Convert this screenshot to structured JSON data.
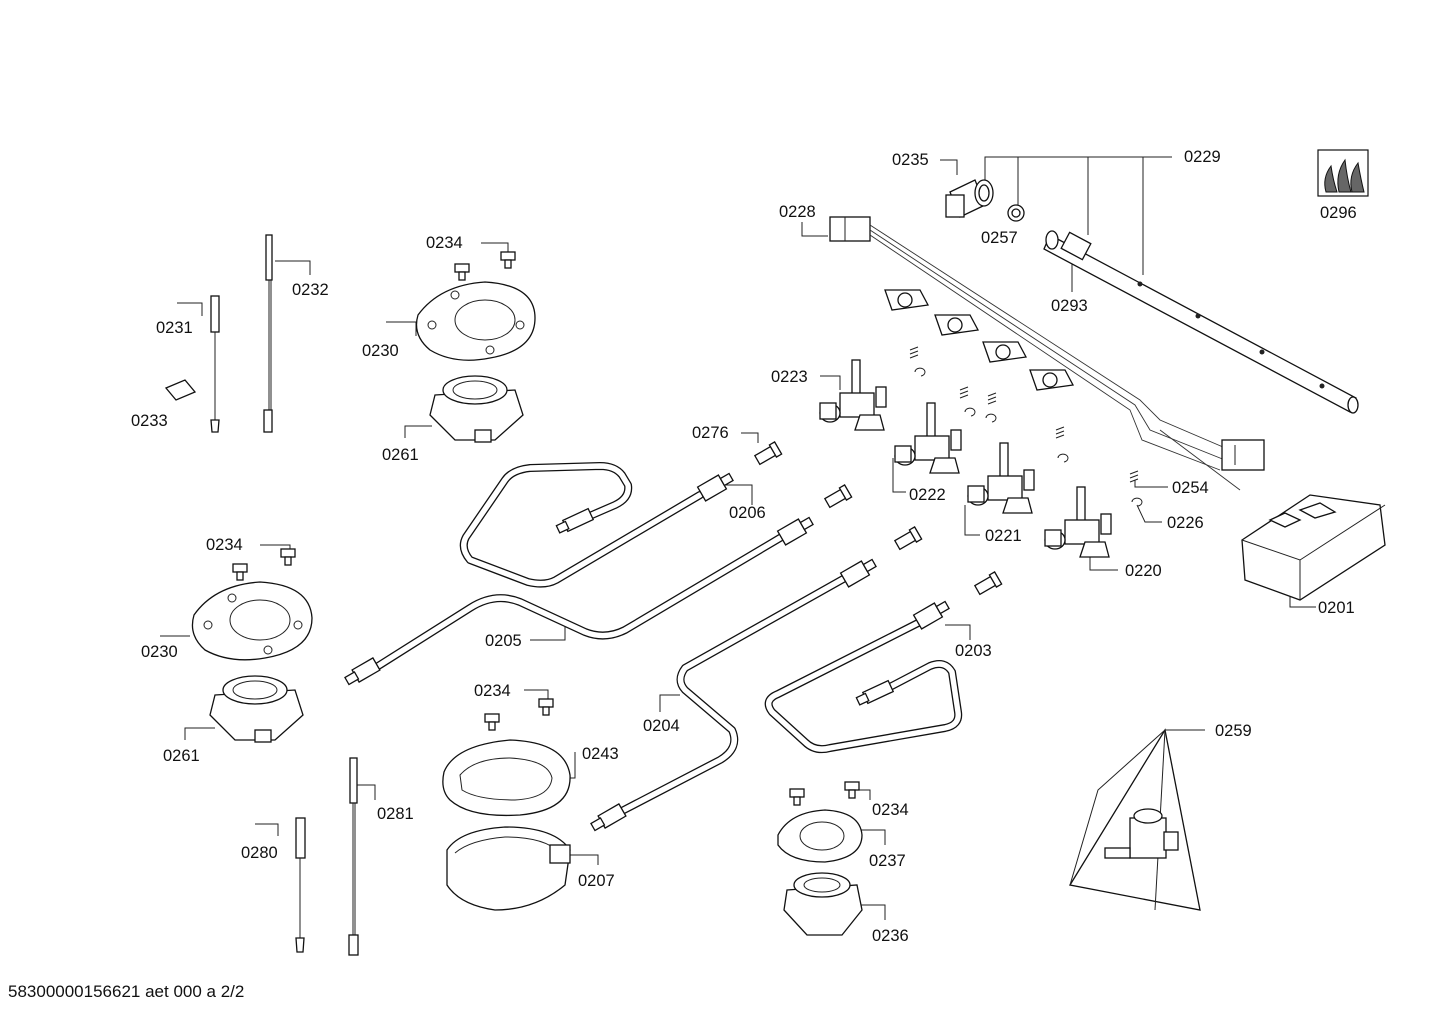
{
  "labels": {
    "l0235": "0235",
    "l0229": "0229",
    "l0296": "0296",
    "l0228": "0228",
    "l0257": "0257",
    "l0293": "0293",
    "l0234a": "0234",
    "l0232": "0232",
    "l0231": "0231",
    "l0230a": "0230",
    "l0233": "0233",
    "l0261a": "0261",
    "l0223": "0223",
    "l0276": "0276",
    "l0222": "0222",
    "l0206": "0206",
    "l0254": "0254",
    "l0226": "0226",
    "l0221": "0221",
    "l0220": "0220",
    "l0201": "0201",
    "l0234b": "0234",
    "l0205": "0205",
    "l0230b": "0230",
    "l0203": "0203",
    "l0261b": "0261",
    "l0234c": "0234",
    "l0204": "0204",
    "l0259": "0259",
    "l0243": "0243",
    "l0281": "0281",
    "l0234d": "0234",
    "l0280": "0280",
    "l0237": "0237",
    "l0207": "0207",
    "l0236": "0236"
  },
  "footer": "58300000156621 aet 000 a 2/2"
}
